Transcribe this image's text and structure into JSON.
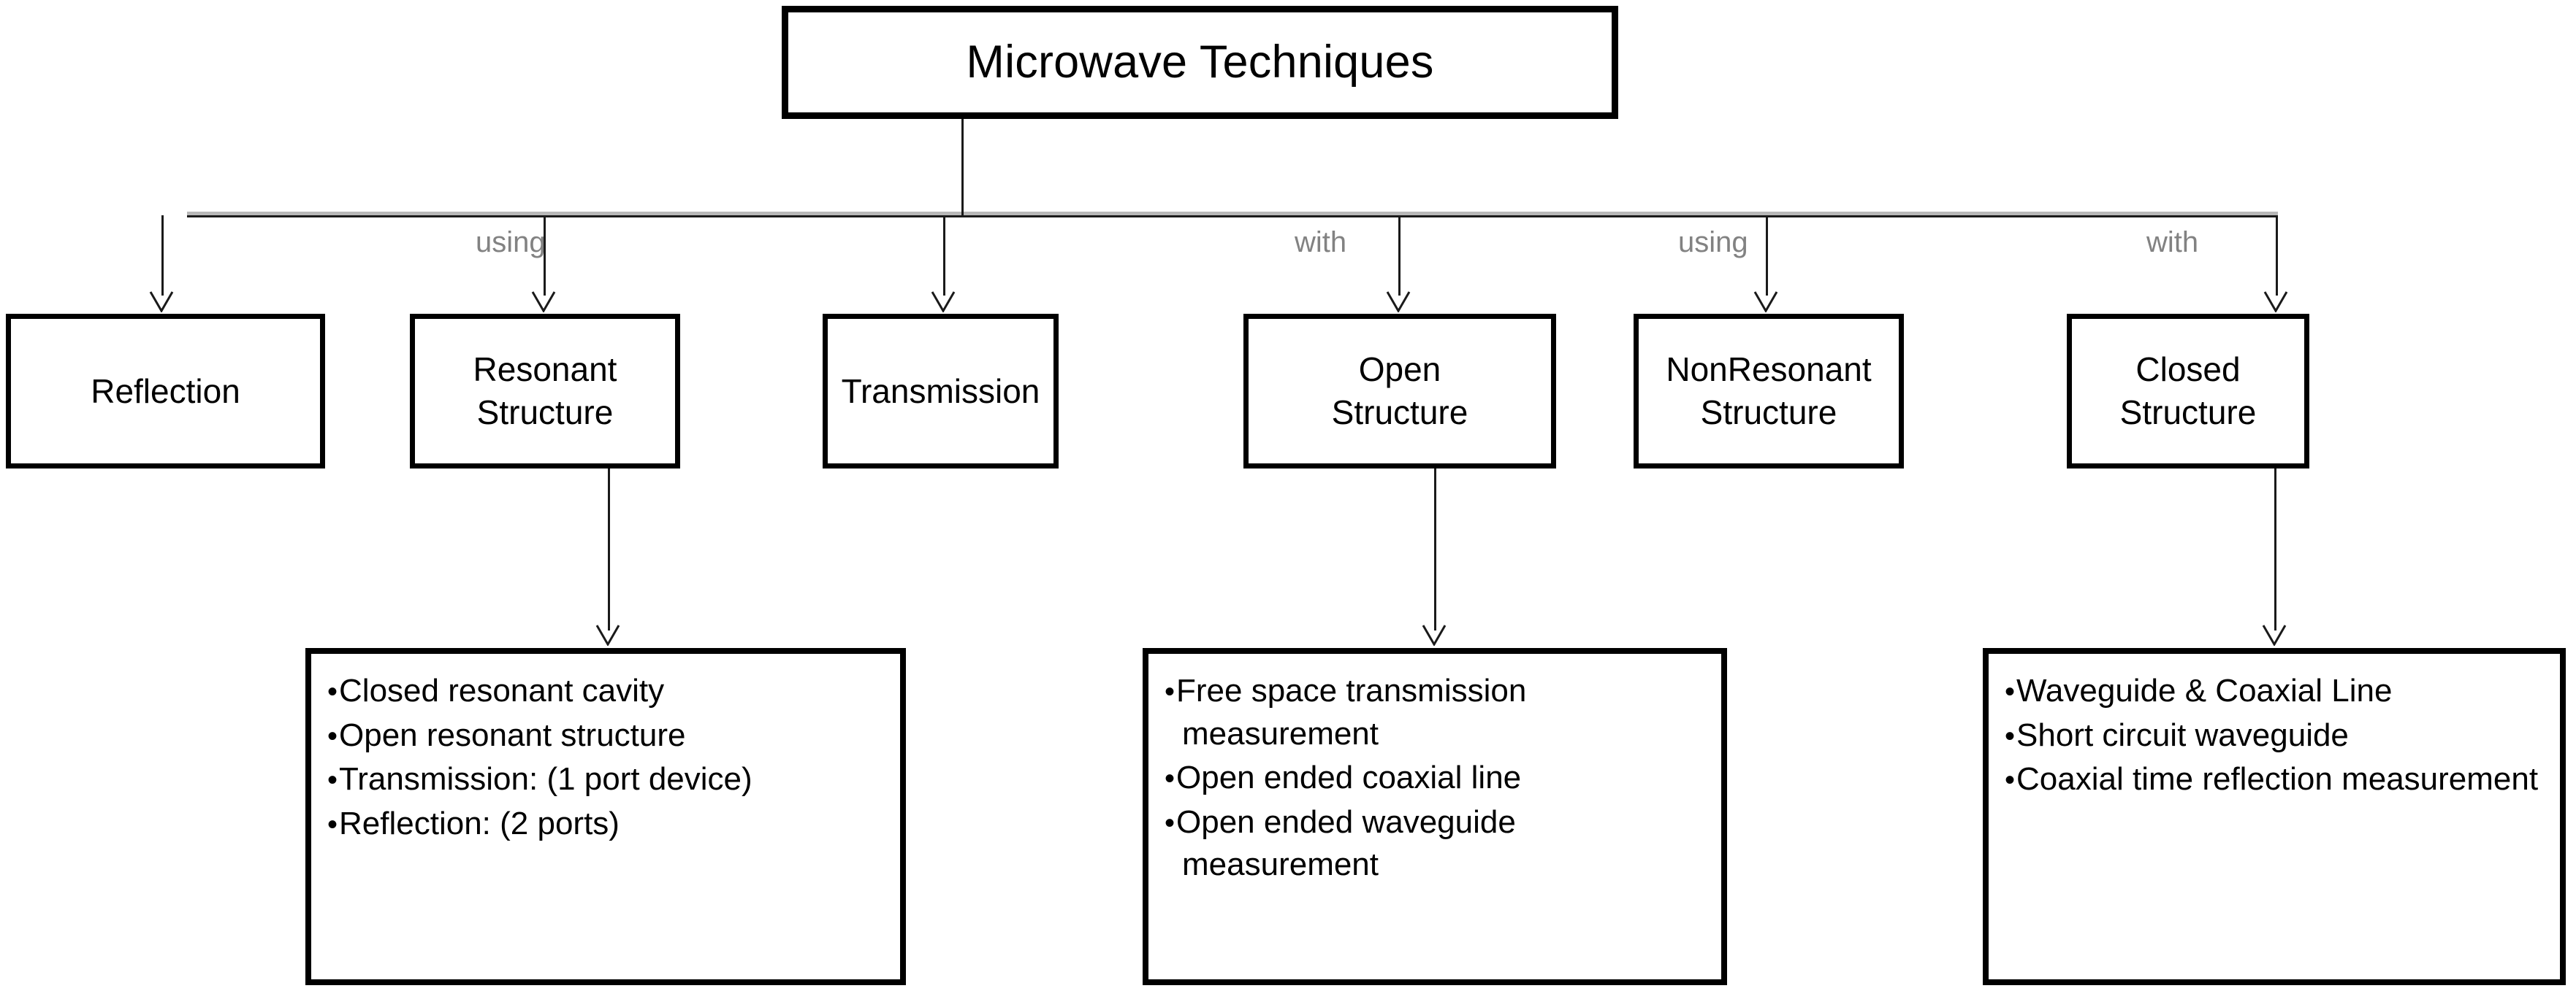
{
  "diagram": {
    "title_node": {
      "label": "Microwave Techniques"
    },
    "edge_labels": [
      {
        "text": "using"
      },
      {
        "text": "with"
      },
      {
        "text": "using"
      },
      {
        "text": "with"
      }
    ],
    "level1_nodes": [
      {
        "label": "Reflection"
      },
      {
        "label": "Resonant\nStructure"
      },
      {
        "label": "Transmission"
      },
      {
        "label": "Open\nStructure"
      },
      {
        "label": "NonResonant\nStructure"
      },
      {
        "label": "Closed\nStructure"
      }
    ],
    "detail_boxes": [
      {
        "source": "Resonant Structure",
        "items": [
          "Closed resonant cavity",
          "Open resonant structure",
          "Transmission: (1 port device)",
          "Reflection: (2 ports)"
        ]
      },
      {
        "source": "Open Structure",
        "items": [
          "Free space transmission measurement",
          "Open ended  coaxial line",
          "Open ended  waveguide measurement"
        ]
      },
      {
        "source": "Closed Structure",
        "items": [
          "Waveguide & Coaxial Line",
          "Short circuit waveguide",
          "Coaxial time reflection measurement"
        ]
      }
    ],
    "colors": {
      "stroke": "#000000",
      "connector": "#1a1a1a",
      "edge_label": "#828282",
      "bus_shadow": "#b8b8b8",
      "background": "#ffffff"
    }
  }
}
